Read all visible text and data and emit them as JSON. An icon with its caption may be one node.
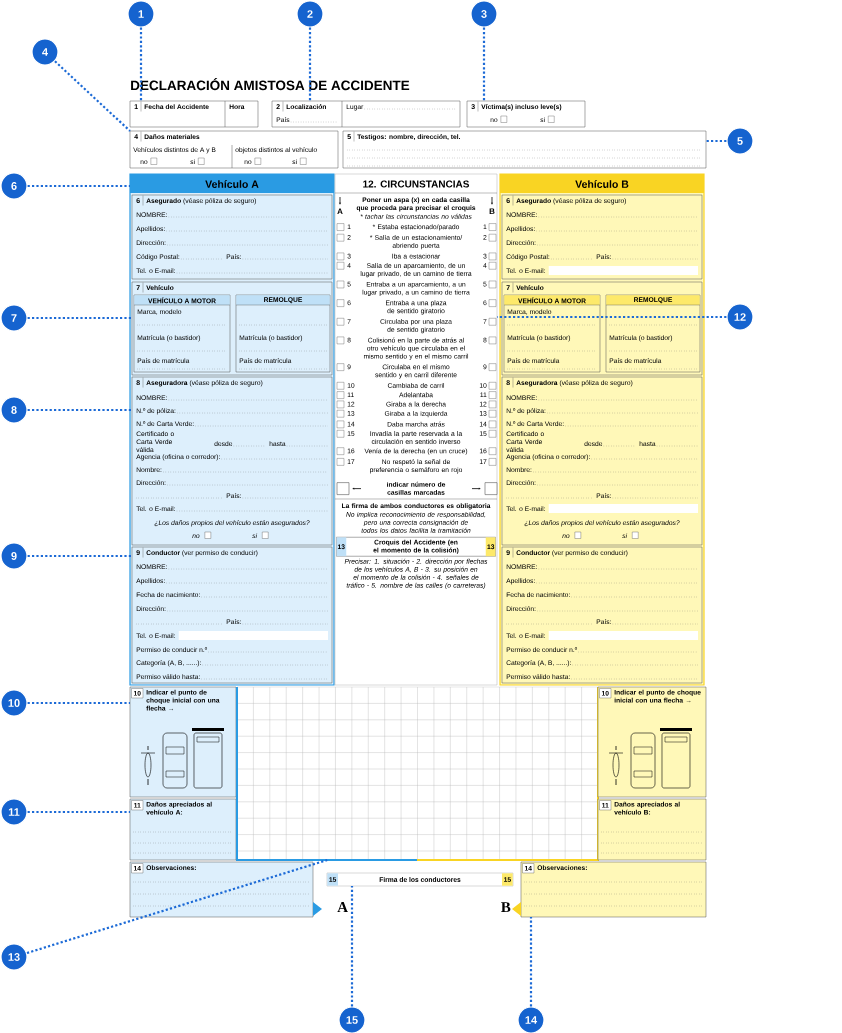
{
  "diagram": {
    "title": "DECLARACIÓN AMISTOSA DE ACCIDENTE",
    "nodes": [
      {
        "text": [
          "1"
        ]
      },
      {
        "text": [
          "2"
        ]
      },
      {
        "text": [
          "3"
        ]
      },
      {
        "text": [
          "4"
        ]
      },
      {
        "text": [
          "5"
        ]
      },
      {
        "text": [
          "6"
        ]
      },
      {
        "text": [
          "7"
        ]
      },
      {
        "text": [
          "8"
        ]
      },
      {
        "text": [
          "9"
        ]
      },
      {
        "text": [
          "10"
        ]
      },
      {
        "text": [
          "11"
        ]
      },
      {
        "text": [
          "12"
        ]
      },
      {
        "text": [
          "13"
        ]
      },
      {
        "text": [
          "14"
        ]
      },
      {
        "text": [
          "15"
        ]
      },
      {
        "text": [
          "1",
          "Fecha del Accidente",
          "Hora"
        ]
      },
      {
        "text": [
          "2",
          "Localización",
          "Lugar",
          "País"
        ]
      },
      {
        "text": [
          "3",
          "Víctima(s) incluso leve(s)",
          "no",
          "si"
        ]
      },
      {
        "text": [
          "4",
          "Daños materiales",
          "Vehículos distintos de A y B",
          "no",
          "si",
          "objetos distintos al vehículo",
          "no",
          "si"
        ]
      },
      {
        "text": [
          "5",
          "Testigos: nombre, dirección, tel."
        ]
      },
      {
        "text": [
          "Vehículo A"
        ]
      },
      {
        "text": [
          "6",
          "**Asegurado** (véase póliza de seguro)",
          "NOMBRE:",
          "Apellidos:",
          "Dirección:",
          "Código Postal:",
          "País:",
          "Tel. o E-mail:"
        ],
        "in": 20
      },
      {
        "text": [
          "7",
          "Vehículo"
        ],
        "in": 20
      },
      {
        "text": [
          "VEHÍCULO A MOTOR",
          "Marca, modelo",
          "Matrícula (o bastidor)",
          "País de matrícula"
        ],
        "in": 22
      },
      {
        "text": [
          "REMOLQUE",
          "Matrícula (o bastidor)",
          "País de matrícula"
        ],
        "in": 22
      },
      {
        "text": [
          "8",
          "**Aseguradora** (véase póliza de seguro)",
          "NOMBRE:",
          "N.º de póliza:",
          "N.º de Carta Verde:",
          "Certificado o Carta Verde válida",
          "desde",
          "hasta",
          "Agencia (oficina o corredor):",
          "Nombre:",
          "Dirección:",
          "País:",
          "Tel. o E-mail:",
          "¿Los daños propios del vehículo están asegurados?",
          "no",
          "si"
        ],
        "in": 20
      },
      {
        "text": [
          "9",
          "**Conductor** (ver permiso de conducir)",
          "NOMBRE:",
          "Apellidos:",
          "Fecha de nacimiento:",
          "Dirección:",
          "País:",
          "Tel. o E-mail:",
          "Permiso de conducir n.º",
          "Categoría (A, B, ......):",
          "Permiso válido hasta:"
        ],
        "in": 20
      },
      {
        "text": [
          "12. CIRCUNSTANCIAS",
          "A",
          "Poner un aspa (x) en cada casilla que proceda para precisar el croquis",
          "B",
          "* tachar las circunstancias no válidas",
          "1",
          "* Estaba estacionado/parado",
          "1",
          "2",
          "* Salía de un estacionamiento/ abriendo puerta",
          "2",
          "3",
          "Iba a estacionar",
          "3",
          "4",
          "Salía de un aparcamiento, de un lugar privado, de un camino de tierra",
          "4",
          "5",
          "Entraba a un aparcamiento, a un lugar privado, a un camino de tierra",
          "5",
          "6",
          "Entraba a una plaza de sentido giratorio",
          "6",
          "7",
          "Circulaba por una plaza de sentido giratorio",
          "7",
          "8",
          "Colisionó en la parte de atrás al otro vehículo que circulaba en el mismo sentido y en el mismo carril",
          "8",
          "9",
          "Circulaba en el mismo sentido y en carril diferente",
          "9",
          "10",
          "Cambiaba de carril",
          "10",
          "11",
          "Adelantaba",
          "11",
          "12",
          "Giraba a la derecha",
          "12",
          "13",
          "Giraba a la izquierda",
          "13",
          "14",
          "Daba marcha atrás",
          "14",
          "15",
          "Invadía la parte reservada a la circulación en sentido inverso",
          "15",
          "16",
          "Venía de la derecha (en un cruce)",
          "16",
          "17",
          "No respetó la señal de preferencia o semáforo en rojo",
          "17",
          "indicar número de casillas marcadas",
          "La firma de ambos conductores es obligatoria",
          "No implica reconocimiento de responsabilidad, pero una correcta consignación de todos los datos facilita la tramitación"
        ]
      },
      {
        "text": [
          "13",
          "Croquis del Accidente (en el momento de la colisión)",
          "13"
        ],
        "beside": [
          "Precisar: 1. situación - 2. dirección por flechas de los vehículos A, B - 3. su posición en el momento de la colisión - 4. señales de tráfico - 5. nombre de las calles (o carreteras)"
        ],
        "in": 27
      },
      {
        "text": [
          "Vehículo B"
        ]
      },
      {
        "text": [
          "6",
          "**Asegurado** (véase póliza de seguro)",
          "NOMBRE:",
          "Apellidos:",
          "Dirección:",
          "Código Postal:",
          "País:",
          "Tel. o E-mail:"
        ],
        "in": 29
      },
      {
        "text": [
          "7",
          "Vehículo"
        ],
        "in": 29
      },
      {
        "text": [
          "VEHÍCULO A MOTOR",
          "Marca, modelo",
          "Matrícula (o bastidor)",
          "País de matrícula"
        ],
        "in": 31
      },
      {
        "text": [
          "REMOLQUE",
          "Matrícula (o bastidor)",
          "País de matrícula"
        ],
        "in": 31
      },
      {
        "text": [
          "8",
          "**Aseguradora** (véase póliza de seguro)",
          "NOMBRE:",
          "N.º de póliza:",
          "N.º de Carta Verde:",
          "Certificado o Carta Verde válida",
          "desde",
          "hasta",
          "Agencia (oficina o corredor):",
          "Nombre:",
          "Dirección:",
          "País:",
          "Tel. o E-mail:",
          "¿Los daños propios del vehículo están asegurados?",
          "no",
          "si"
        ],
        "in": 29
      },
      {
        "text": [
          "9",
          "**Conductor** (ver permiso de conducir)",
          "NOMBRE:",
          "Apellidos:",
          "Fecha de nacimiento:",
          "Dirección:",
          "País:",
          "Tel. o E-mail:",
          "Permiso de conducir n.º",
          "Categoría (A, B, ......):",
          "Permiso válido hasta:"
        ],
        "in": 29
      },
      {
        "text": [
          "10",
          "Indicar el punto de choque inicial con una flecha →"
        ]
      },
      {
        "text": [
          "11",
          "Daños apreciados al vehículo A:"
        ]
      },
      {
        "text": [],
        "shape": "box"
      },
      {
        "text": [
          "10",
          "Indicar el punto de choque inicial con una flecha →"
        ]
      },
      {
        "text": [
          "11",
          "Daños apreciados al vehículo B:"
        ]
      },
      {
        "text": [
          "14",
          "Observaciones:"
        ]
      },
      {
        "text": [
          "15",
          "Firma de los conductores",
          "15"
        ]
      },
      {
        "text": [
          "14",
          "Observaciones:"
        ]
      }
    ],
    "edges": [
      {
        "from": 0,
        "to": 15,
        "arrow": "none"
      },
      {
        "from": 1,
        "to": 16,
        "arrow": "none"
      },
      {
        "from": 2,
        "to": 17,
        "arrow": "none"
      },
      {
        "from": 3,
        "to": 18,
        "arrow": "none"
      },
      {
        "from": 4,
        "to": 19,
        "arrow": "none"
      },
      {
        "from": 5,
        "to": 20,
        "arrow": "none"
      },
      {
        "from": 6,
        "to": 22,
        "arrow": "none"
      },
      {
        "from": 7,
        "to": 25,
        "arrow": "none"
      },
      {
        "from": 8,
        "to": 26,
        "arrow": "none"
      },
      {
        "from": 9,
        "to": 36,
        "arrow": "none"
      },
      {
        "from": 10,
        "to": 37,
        "arrow": "none"
      },
      {
        "from": 11,
        "to": 27,
        "arrow": "none"
      },
      {
        "from": 12,
        "to": 38,
        "arrow": "none"
      },
      {
        "from": 13,
        "to": 43,
        "arrow": "none"
      },
      {
        "from": 14,
        "to": 42,
        "arrow": "none"
      }
    ],
    "labels": [
      "A",
      "B"
    ]
  }
}
